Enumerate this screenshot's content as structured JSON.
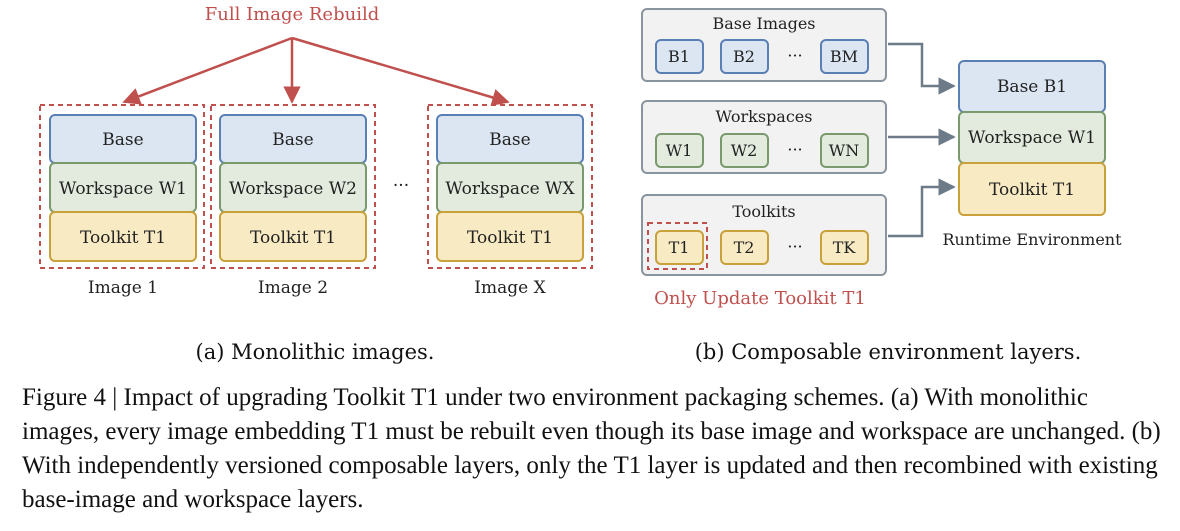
{
  "left": {
    "title": "Full Image Rebuild",
    "images": [
      {
        "layers": [
          "Base",
          "Workspace W1",
          "Toolkit T1"
        ],
        "label": "Image 1"
      },
      {
        "layers": [
          "Base",
          "Workspace W2",
          "Toolkit T1"
        ],
        "label": "Image 2"
      },
      {
        "layers": [
          "Base",
          "Workspace WX",
          "Toolkit T1"
        ],
        "label": "Image X"
      }
    ],
    "ellipsis": "···",
    "subcaption": "(a) Monolithic images."
  },
  "right": {
    "groups": [
      {
        "title": "Base Images",
        "items": [
          "B1",
          "B2",
          "···",
          "BM"
        ]
      },
      {
        "title": "Workspaces",
        "items": [
          "W1",
          "W2",
          "···",
          "WN"
        ]
      },
      {
        "title": "Toolkits",
        "items": [
          "T1",
          "T2",
          "···",
          "TK"
        ]
      }
    ],
    "runtime_layers": [
      "Base B1",
      "Workspace W1",
      "Toolkit T1"
    ],
    "runtime_label": "Runtime Environment",
    "note": "Only Update Toolkit T1",
    "subcaption": "(b) Composable environment layers."
  },
  "caption": "Figure 4 | Impact of upgrading Toolkit T1 under two environment packaging schemes. (a) With monolithic images, every image embedding T1 must be rebuilt even though its base image and workspace are unchanged. (b) With independently versioned composable layers, only the T1 layer is updated and then recombined with existing base-image and workspace layers.",
  "colors": {
    "accent_red": "#c0504d",
    "base_fill": "#dce6f2",
    "base_stroke": "#5a7fb5",
    "workspace_fill": "#e2ebdd",
    "workspace_stroke": "#7a9a6d",
    "toolkit_fill": "#f8ebc3",
    "toolkit_stroke": "#c9a13a",
    "group_fill": "#f2f2f2",
    "group_stroke": "#8a949e",
    "arrow_gray": "#6d7b88"
  }
}
